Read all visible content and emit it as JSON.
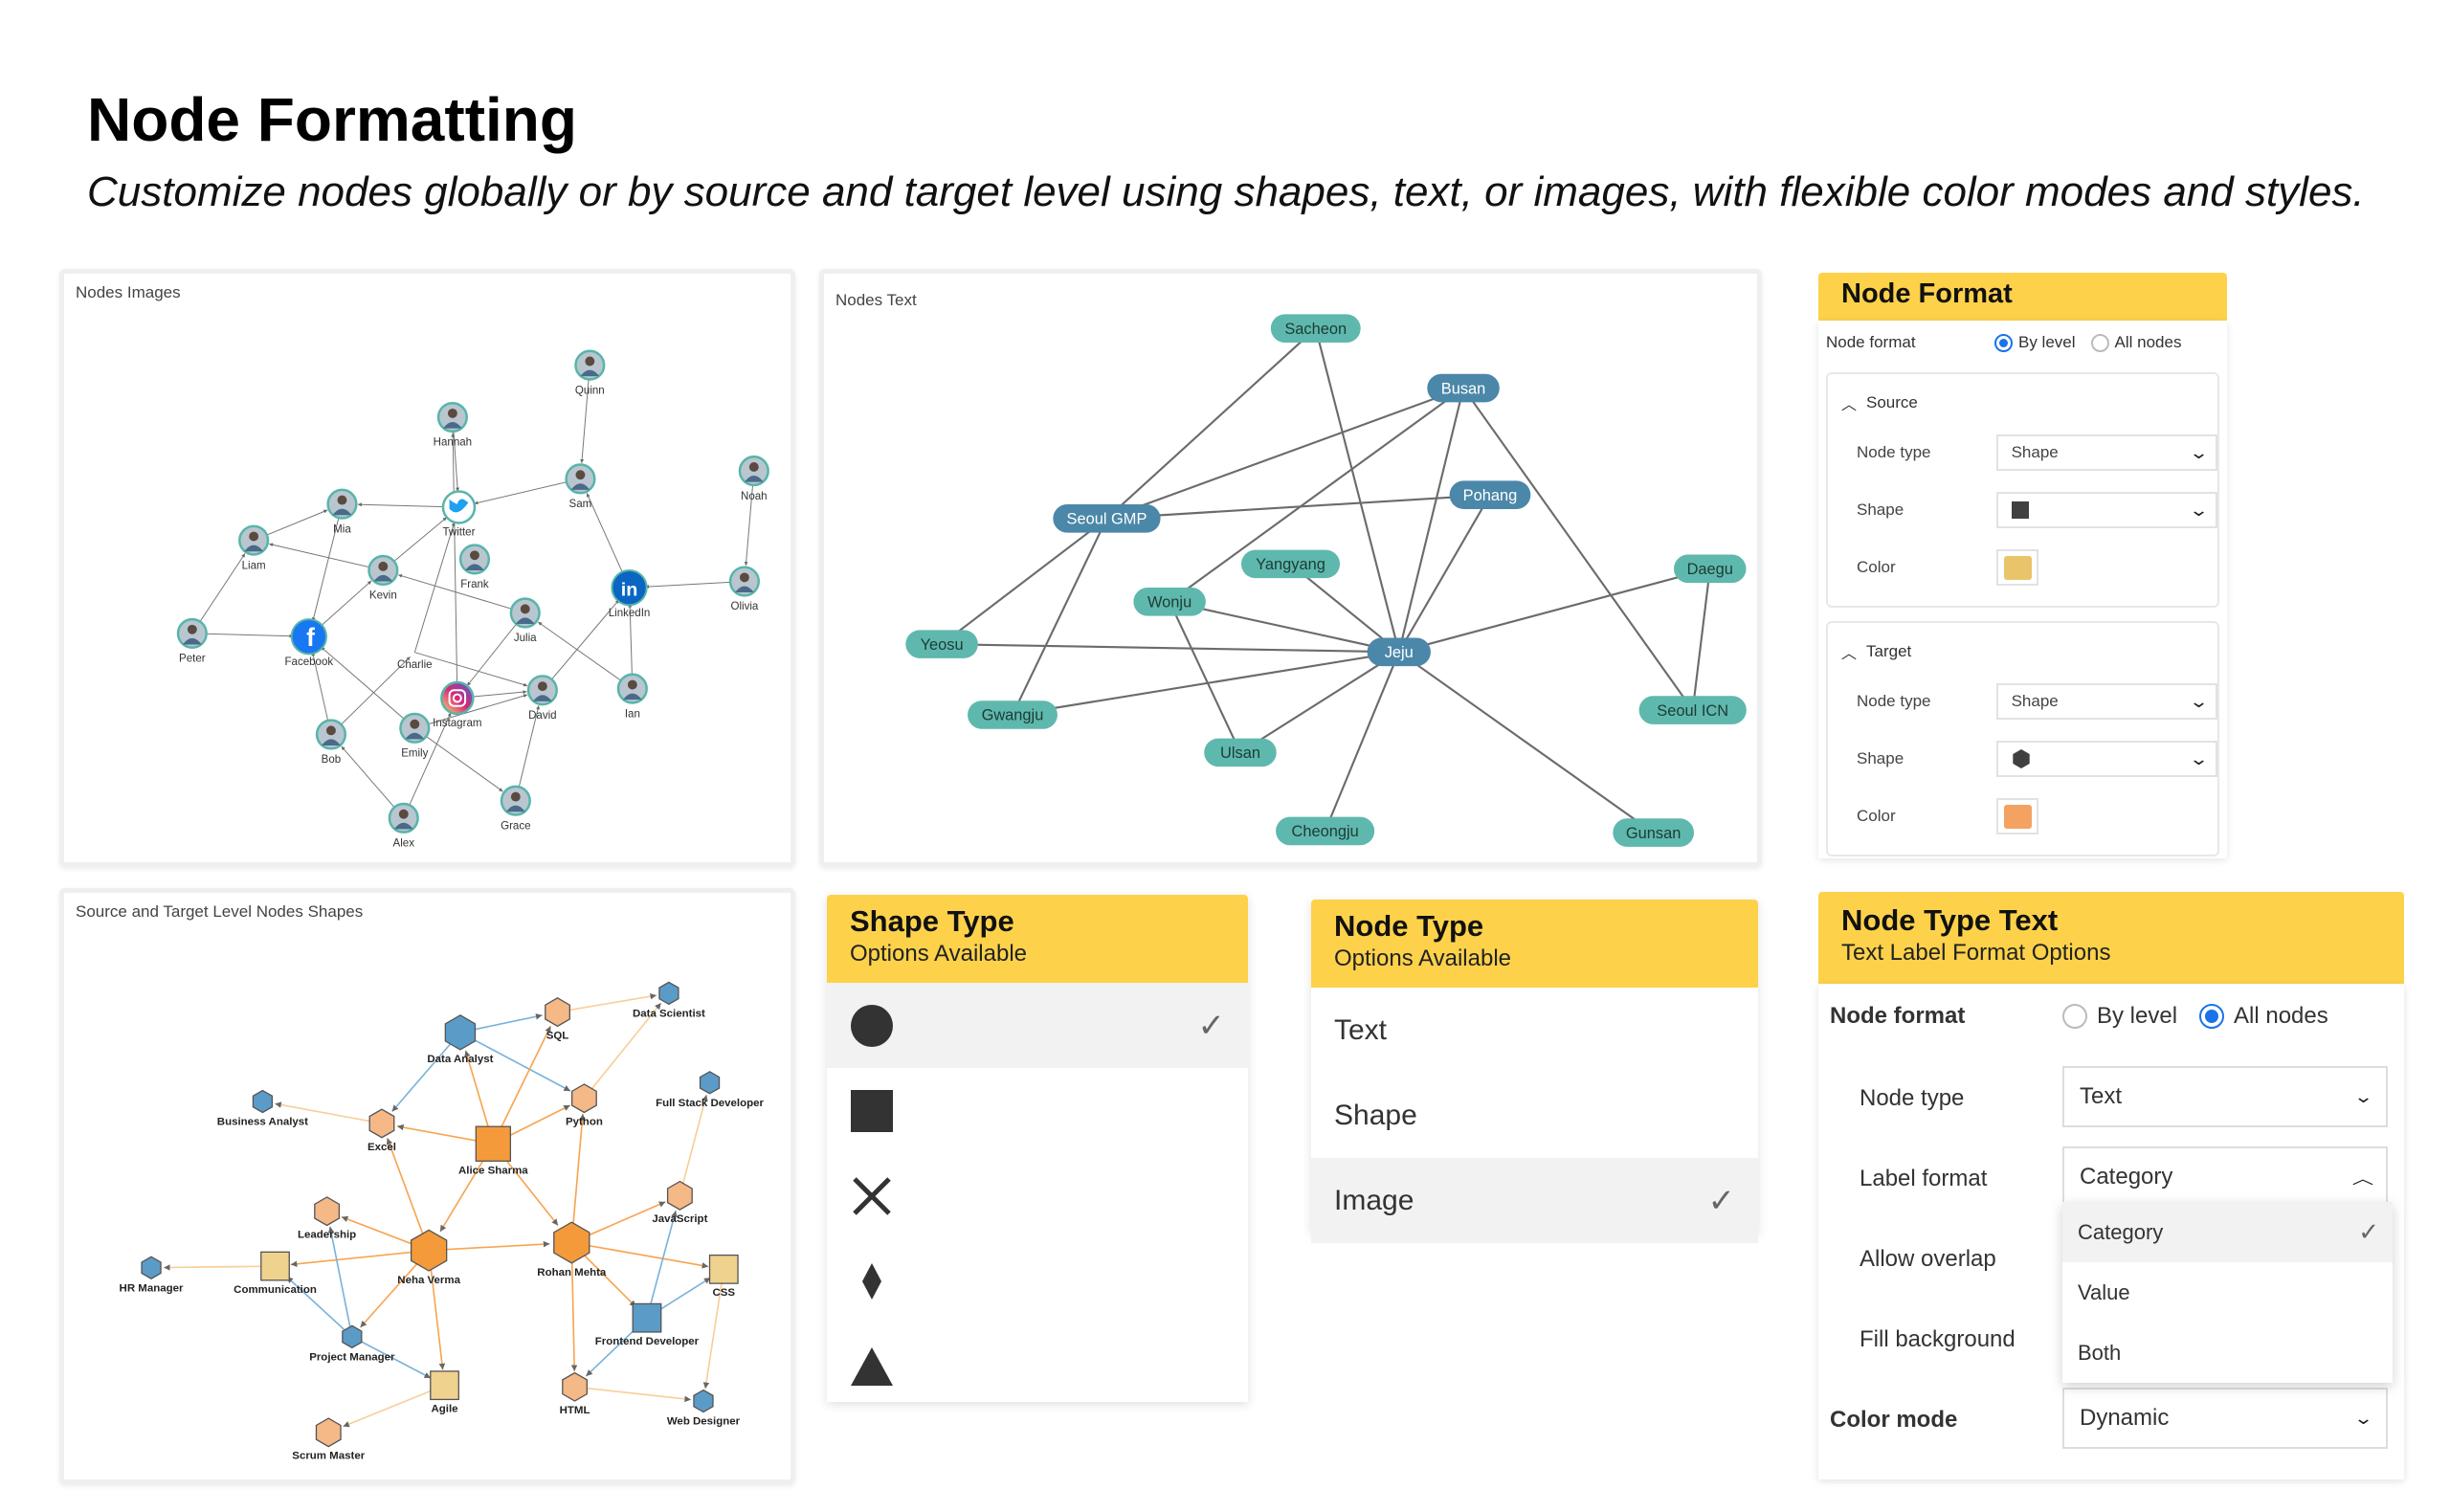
{
  "header": {
    "title": "Node Formatting",
    "subtitle": "Customize nodes globally or by source and target level using shapes, text, or images, with flexible color modes and styles."
  },
  "nodes_images": {
    "title": "Nodes Images",
    "nodes": [
      {
        "label": "Quinn",
        "kind": "person"
      },
      {
        "label": "Hannah",
        "kind": "person"
      },
      {
        "label": "Sam",
        "kind": "person"
      },
      {
        "label": "Noah",
        "kind": "person"
      },
      {
        "label": "Twitter",
        "kind": "twitter"
      },
      {
        "label": "Mia",
        "kind": "person"
      },
      {
        "label": "Liam",
        "kind": "person"
      },
      {
        "label": "Frank",
        "kind": "person"
      },
      {
        "label": "Kevin",
        "kind": "person"
      },
      {
        "label": "LinkedIn",
        "kind": "linkedin"
      },
      {
        "label": "Olivia",
        "kind": "person"
      },
      {
        "label": "Julia",
        "kind": "person"
      },
      {
        "label": "Peter",
        "kind": "person"
      },
      {
        "label": "Facebook",
        "kind": "facebook"
      },
      {
        "label": "Charlie",
        "kind": "label"
      },
      {
        "label": "Instagram",
        "kind": "instagram"
      },
      {
        "label": "David",
        "kind": "person"
      },
      {
        "label": "Ian",
        "kind": "person"
      },
      {
        "label": "Bob",
        "kind": "person"
      },
      {
        "label": "Emily",
        "kind": "person"
      },
      {
        "label": "Grace",
        "kind": "person"
      },
      {
        "label": "Alex",
        "kind": "person"
      }
    ],
    "edges": [
      [
        0,
        2
      ],
      [
        1,
        4
      ],
      [
        15,
        1
      ],
      [
        2,
        4
      ],
      [
        4,
        5
      ],
      [
        5,
        13
      ],
      [
        6,
        5
      ],
      [
        8,
        6
      ],
      [
        8,
        4
      ],
      [
        13,
        8
      ],
      [
        12,
        6
      ],
      [
        12,
        13
      ],
      [
        11,
        8
      ],
      [
        11,
        15
      ],
      [
        17,
        11
      ],
      [
        17,
        9
      ],
      [
        9,
        2
      ],
      [
        10,
        9
      ],
      [
        3,
        10
      ],
      [
        16,
        9
      ],
      [
        15,
        16
      ],
      [
        20,
        16
      ],
      [
        19,
        20
      ],
      [
        19,
        13
      ],
      [
        18,
        13
      ],
      [
        18,
        14
      ],
      [
        21,
        18
      ],
      [
        21,
        15
      ],
      [
        14,
        4
      ],
      [
        14,
        16
      ],
      [
        19,
        16
      ]
    ]
  },
  "nodes_text": {
    "title": "Nodes Text",
    "nodes": [
      {
        "label": "Sacheon",
        "kind": "teal"
      },
      {
        "label": "Busan",
        "kind": "blue"
      },
      {
        "label": "Pohang",
        "kind": "blue"
      },
      {
        "label": "Seoul GMP",
        "kind": "blue"
      },
      {
        "label": "Yangyang",
        "kind": "teal"
      },
      {
        "label": "Daegu",
        "kind": "teal"
      },
      {
        "label": "Wonju",
        "kind": "teal"
      },
      {
        "label": "Yeosu",
        "kind": "teal"
      },
      {
        "label": "Jeju",
        "kind": "blue"
      },
      {
        "label": "Seoul ICN",
        "kind": "teal"
      },
      {
        "label": "Gwangju",
        "kind": "teal"
      },
      {
        "label": "Ulsan",
        "kind": "teal"
      },
      {
        "label": "Cheongju",
        "kind": "teal"
      },
      {
        "label": "Gunsan",
        "kind": "teal"
      }
    ],
    "edges": [
      [
        0,
        3
      ],
      [
        0,
        8
      ],
      [
        1,
        3
      ],
      [
        1,
        6
      ],
      [
        1,
        8
      ],
      [
        1,
        9
      ],
      [
        3,
        2
      ],
      [
        3,
        7
      ],
      [
        3,
        10
      ],
      [
        2,
        8
      ],
      [
        4,
        8
      ],
      [
        6,
        8
      ],
      [
        6,
        11
      ],
      [
        7,
        8
      ],
      [
        10,
        8
      ],
      [
        11,
        8
      ],
      [
        12,
        8
      ],
      [
        13,
        8
      ],
      [
        5,
        8
      ],
      [
        5,
        9
      ]
    ],
    "colors": {
      "teal": "#5fb8ad",
      "blue": "#4b87a8",
      "edge": "#6b6b6b"
    }
  },
  "level_shapes": {
    "title": "Source and Target Level Nodes Shapes",
    "nodes": [
      {
        "label": "Data Scientist",
        "kind": "blue-hex"
      },
      {
        "label": "SQL",
        "kind": "peach-hex"
      },
      {
        "label": "Data Analyst",
        "kind": "blue-hex-l"
      },
      {
        "label": "Full Stack Developer",
        "kind": "blue-hex"
      },
      {
        "label": "Business Analyst",
        "kind": "blue-hex"
      },
      {
        "label": "Python",
        "kind": "peach-hex"
      },
      {
        "label": "Excel",
        "kind": "peach-hex"
      },
      {
        "label": "Alice Sharma",
        "kind": "orange-square"
      },
      {
        "label": "JavaScript",
        "kind": "peach-hex"
      },
      {
        "label": "Leadership",
        "kind": "peach-hex"
      },
      {
        "label": "Neha Verma",
        "kind": "orange-hex"
      },
      {
        "label": "Rohan Mehta",
        "kind": "orange-hex"
      },
      {
        "label": "HR Manager",
        "kind": "blue-hex"
      },
      {
        "label": "Communication",
        "kind": "tan-square"
      },
      {
        "label": "CSS",
        "kind": "tan-square"
      },
      {
        "label": "Frontend Developer",
        "kind": "blue-square"
      },
      {
        "label": "Project Manager",
        "kind": "blue-hex"
      },
      {
        "label": "Agile",
        "kind": "tan-square"
      },
      {
        "label": "HTML",
        "kind": "peach-hex"
      },
      {
        "label": "Web Designer",
        "kind": "blue-hex"
      },
      {
        "label": "Scrum Master",
        "kind": "peach-hex"
      }
    ],
    "edges": [
      [
        2,
        1,
        "b"
      ],
      [
        2,
        5,
        "b"
      ],
      [
        2,
        6,
        "b"
      ],
      [
        1,
        0,
        "t"
      ],
      [
        5,
        0,
        "t"
      ],
      [
        7,
        2,
        "o"
      ],
      [
        7,
        1,
        "o"
      ],
      [
        7,
        5,
        "o"
      ],
      [
        7,
        6,
        "o"
      ],
      [
        6,
        4,
        "t"
      ],
      [
        7,
        10,
        "o"
      ],
      [
        7,
        11,
        "o"
      ],
      [
        10,
        6,
        "o"
      ],
      [
        10,
        9,
        "o"
      ],
      [
        10,
        13,
        "o"
      ],
      [
        10,
        11,
        "o"
      ],
      [
        10,
        16,
        "o"
      ],
      [
        10,
        17,
        "o"
      ],
      [
        13,
        12,
        "t"
      ],
      [
        16,
        13,
        "b"
      ],
      [
        16,
        9,
        "b"
      ],
      [
        16,
        17,
        "b"
      ],
      [
        17,
        20,
        "t"
      ],
      [
        11,
        5,
        "o"
      ],
      [
        11,
        8,
        "o"
      ],
      [
        11,
        14,
        "o"
      ],
      [
        11,
        18,
        "o"
      ],
      [
        11,
        15,
        "o"
      ],
      [
        8,
        3,
        "t"
      ],
      [
        15,
        8,
        "b"
      ],
      [
        15,
        14,
        "b"
      ],
      [
        15,
        18,
        "b"
      ],
      [
        14,
        19,
        "t"
      ],
      [
        18,
        19,
        "t"
      ]
    ],
    "colors": {
      "blue": "#5b9bc8",
      "orange": "#f59a3a",
      "peach": "#f5b887",
      "tan": "#efd28e",
      "edge_b": "#7ab3da",
      "edge_o": "#f7a551",
      "edge_t": "#f7cf99"
    }
  },
  "node_format": {
    "title": "Node Format",
    "node_format_label": "Node format",
    "by_level": "By level",
    "all_nodes": "All nodes",
    "source": {
      "title": "Source",
      "node_type_label": "Node type",
      "node_type": "Shape",
      "shape_label": "Shape",
      "shape": "square",
      "color_label": "Color",
      "color": "#e9c46a"
    },
    "target": {
      "title": "Target",
      "node_type_label": "Node type",
      "node_type": "Shape",
      "shape_label": "Shape",
      "shape": "hexagon",
      "color_label": "Color",
      "color": "#f4a261"
    }
  },
  "shape_type": {
    "title": "Shape Type",
    "subtitle": "Options Available",
    "options": [
      "circle",
      "square",
      "cross",
      "diamond",
      "triangle"
    ],
    "selected": "circle"
  },
  "node_type": {
    "title": "Node Type",
    "subtitle": "Options Available",
    "options": [
      "Text",
      "Shape",
      "Image"
    ],
    "selected": "Image"
  },
  "node_type_text": {
    "title": "Node Type Text",
    "subtitle": "Text Label Format Options",
    "node_format_label": "Node format",
    "by_level": "By level",
    "all_nodes": "All nodes",
    "node_type_label": "Node type",
    "node_type": "Text",
    "label_format_label": "Label format",
    "label_format": "Category",
    "label_format_options": [
      "Category",
      "Value",
      "Both"
    ],
    "allow_overlap_label": "Allow overlap",
    "fill_background_label": "Fill background",
    "color_mode_label": "Color mode",
    "color_mode": "Dynamic"
  },
  "accent": "#fdd24a"
}
